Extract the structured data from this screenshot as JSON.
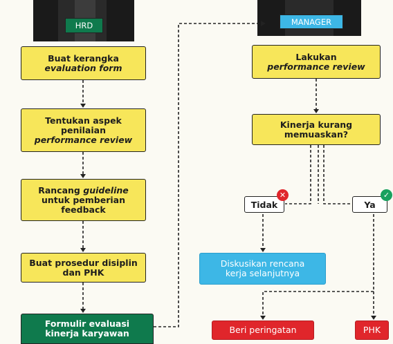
{
  "roles": {
    "hrd": "HRD",
    "manager": "MANAGER"
  },
  "hrd_steps": [
    {
      "lines": [
        {
          "t": "Buat kerangka",
          "i": false
        },
        {
          "t": "evaluation form",
          "i": true
        }
      ]
    },
    {
      "lines": [
        {
          "t": "Tentukan aspek",
          "i": false
        },
        {
          "t": "penilaian",
          "i": false
        },
        {
          "t": "performance review",
          "i": true
        }
      ]
    },
    {
      "lines": [
        {
          "t": "Rancang guideline",
          "i": false
        },
        {
          "t": "untuk pemberian",
          "i": false
        },
        {
          "t": "feedback",
          "i": false
        }
      ]
    },
    {
      "lines": [
        {
          "t": "Buat prosedur disiplin",
          "i": false
        },
        {
          "t": "dan PHK",
          "i": false
        }
      ]
    },
    {
      "lines": [
        {
          "t": "Formulir evaluasi",
          "i": false
        },
        {
          "t": "kinerja karyawan",
          "i": false
        }
      ]
    }
  ],
  "manager_steps": [
    {
      "lines": [
        {
          "t": "Lakukan",
          "i": false
        },
        {
          "t": "performance review",
          "i": true
        }
      ]
    },
    {
      "lines": [
        {
          "t": "Kinerja kurang",
          "i": false
        },
        {
          "t": "memuaskan?",
          "i": false
        }
      ]
    }
  ],
  "decision": {
    "no_label": "Tidak",
    "yes_label": "Ya",
    "no_icon": "close-icon",
    "yes_icon": "check-icon"
  },
  "outcomes": {
    "discuss": [
      "Diskusikan rencana",
      "kerja selanjutnya"
    ],
    "warning": "Beri peringatan",
    "phk": "PHK"
  },
  "colors": {
    "process": "#f7e65a",
    "output": "#0f7a4d",
    "discuss": "#3db7e6",
    "action": "#e0262b",
    "no_badge": "#e0262b",
    "yes_badge": "#19a15f"
  }
}
